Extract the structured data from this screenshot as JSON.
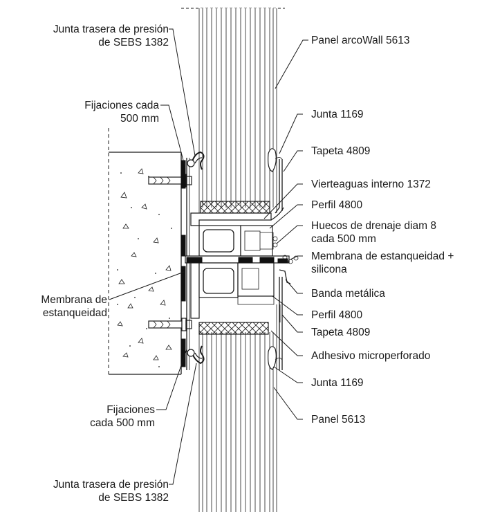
{
  "labels": {
    "junta_trasera_top_1": "Junta trasera de presión",
    "junta_trasera_top_2": "de SEBS 1382",
    "fijaciones_top_1": "Fijaciones cada",
    "fijaciones_top_2": "500 mm",
    "membrana_left_1": "Membrana de",
    "membrana_left_2": "estanqueidad",
    "fijaciones_bottom_1": "Fijaciones",
    "fijaciones_bottom_2": "cada 500 mm",
    "junta_trasera_bottom_1": "Junta trasera de presión",
    "junta_trasera_bottom_2": "de SEBS 1382",
    "panel_arcowall": "Panel arcoWall 5613",
    "junta_top": "Junta 1169",
    "tapeta_top": "Tapeta 4809",
    "vierteaguas": "Vierteaguas interno 1372",
    "perfil_top": "Perfil 4800",
    "huecos_1": "Huecos de drenaje diam 8",
    "huecos_2": "cada 500 mm",
    "membrana_right_1": "Membrana de estanqueidad +",
    "membrana_right_2": "silicona",
    "banda": "Banda metálica",
    "perfil_bottom": "Perfil 4800",
    "tapeta_bottom": "Tapeta 4809",
    "adhesivo": "Adhesivo microperforado",
    "junta_bottom": "Junta 1169",
    "panel_bottom": "Panel 5613"
  }
}
